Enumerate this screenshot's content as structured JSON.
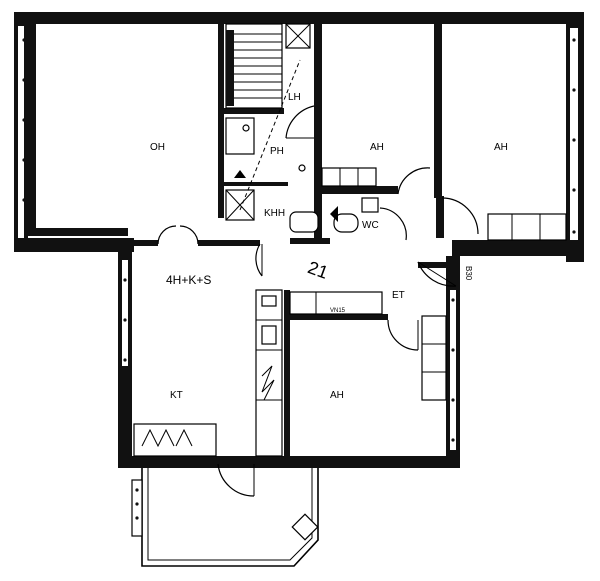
{
  "unit": {
    "code": "4H+K+S",
    "number": "21"
  },
  "rooms": {
    "oh": "OH",
    "ah_top_middle": "AH",
    "ah_top_right": "AH",
    "ah_bottom": "AH",
    "lh": "LH",
    "ph": "PH",
    "khh": "KHH",
    "wc": "WC",
    "et": "ET",
    "kt": "KT"
  },
  "fixtures": {
    "vn_label": "VN15",
    "wall_marker": "B30"
  }
}
